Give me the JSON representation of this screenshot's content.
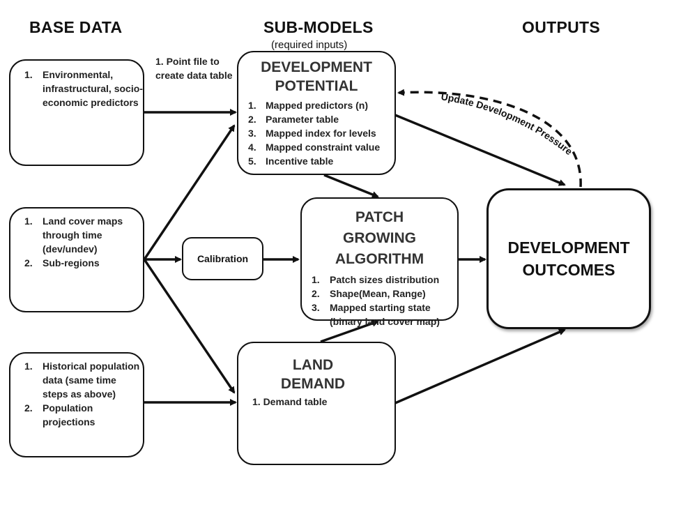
{
  "headers": {
    "base_data": "BASE DATA",
    "sub_models": "SUB-MODELS",
    "sub_models_note": "(required inputs)",
    "outputs": "OUTPUTS"
  },
  "base_boxes": [
    {
      "items": [
        {
          "num": "1.",
          "text": "Environmental, infrastructural, socio-economic predictors"
        }
      ]
    },
    {
      "items": [
        {
          "num": "1.",
          "text": "Land cover maps through time (dev/undev)"
        },
        {
          "num": "2.",
          "text": "Sub-regions"
        }
      ]
    },
    {
      "items": [
        {
          "num": "1.",
          "text": "Historical population data (same time steps as above)"
        },
        {
          "num": "2.",
          "text": "Population projections"
        }
      ]
    }
  ],
  "point_file_note": "1. Point file to create data table",
  "calibration": "Calibration",
  "development_potential": {
    "title": "DEVELOPMENT POTENTIAL",
    "items": [
      {
        "num": "1.",
        "text": "Mapped predictors (n)"
      },
      {
        "num": "2.",
        "text": "Parameter table"
      },
      {
        "num": "3.",
        "text": "Mapped index for levels"
      },
      {
        "num": "4.",
        "text": "Mapped constraint value"
      },
      {
        "num": "5.",
        "text": "Incentive table"
      }
    ]
  },
  "patch_growing": {
    "title": "PATCH GROWING ALGORITHM",
    "items": [
      {
        "num": "1.",
        "text": "Patch sizes distribution"
      },
      {
        "num": "2.",
        "text": "Shape(Mean, Range)"
      },
      {
        "num": "3.",
        "text": "Mapped starting state (binary land cover map)"
      }
    ]
  },
  "land_demand": {
    "title": "LAND DEMAND",
    "item": "1. Demand table"
  },
  "development_outcomes": "DEVELOPMENT OUTCOMES",
  "feedback_label": "Update Development Pressure"
}
